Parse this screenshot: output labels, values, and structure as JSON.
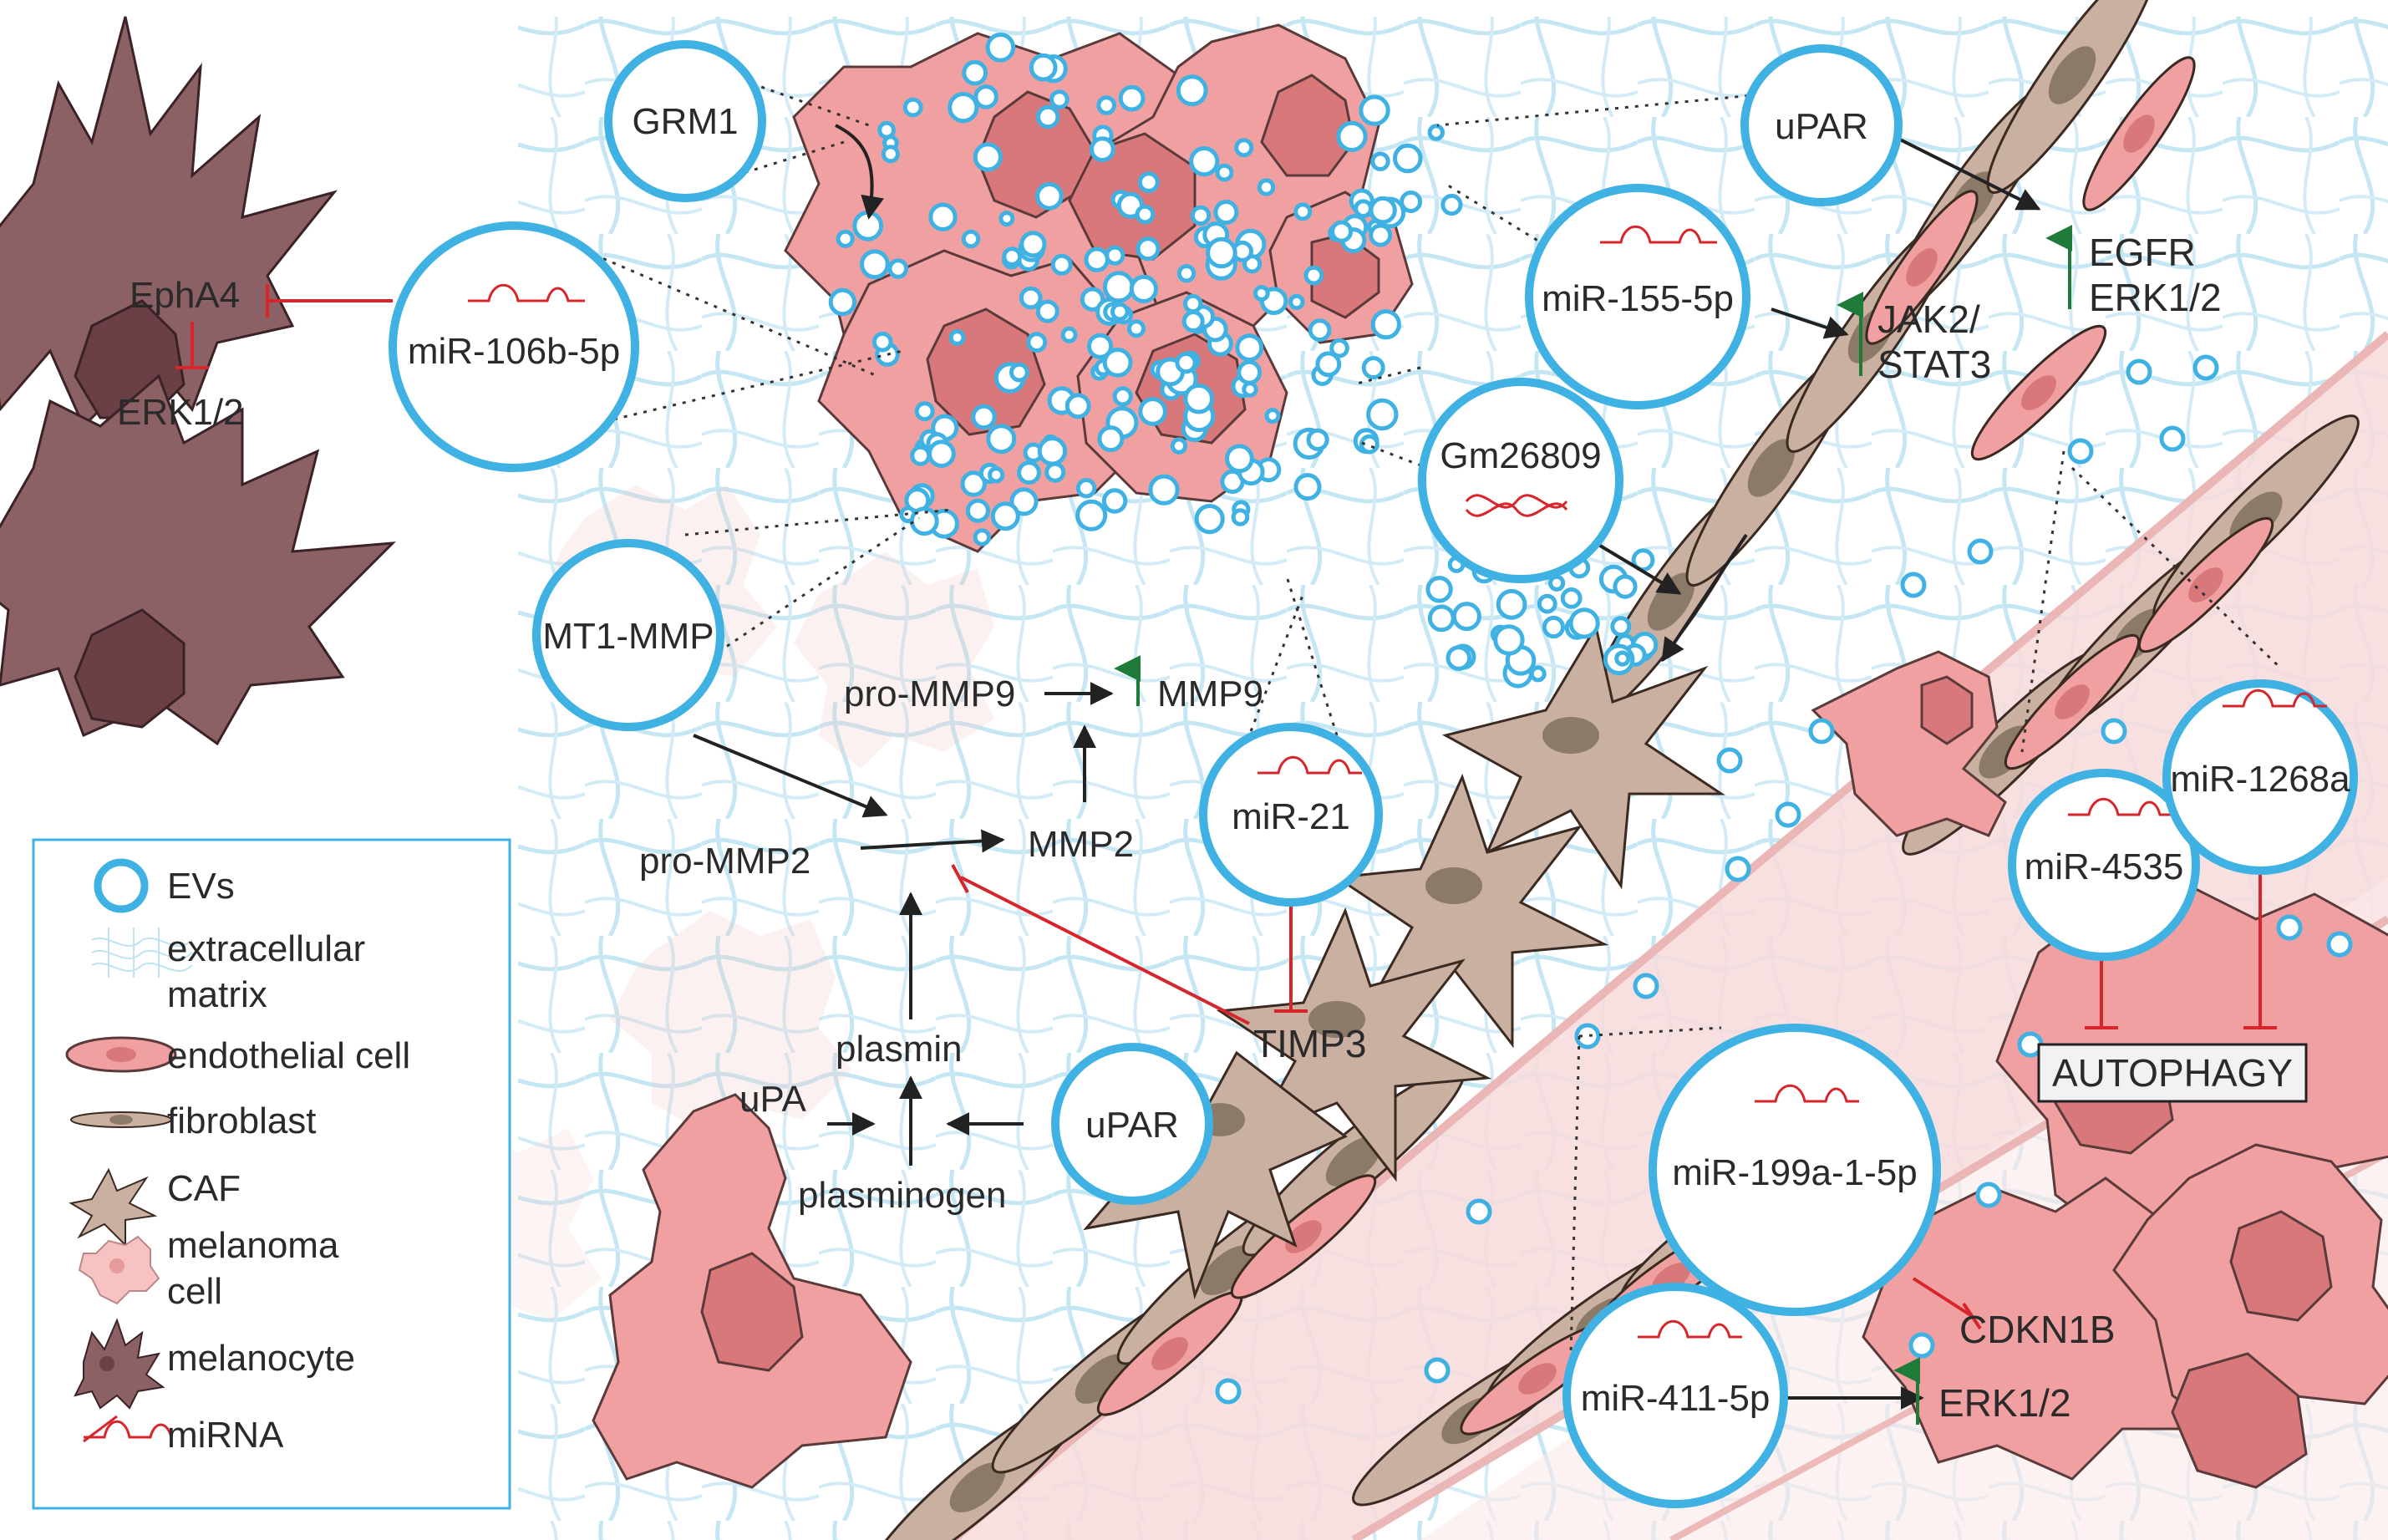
{
  "bubbles": {
    "grm1": "GRM1",
    "mir106b": "miR-106b-5p",
    "mt1mmp": "MT1-MMP",
    "upar_top": "uPAR",
    "mir155": "miR-155-5p",
    "gm26809": "Gm26809",
    "mir21": "miR-21",
    "upar_bottom": "uPAR",
    "mir4535": "miR-4535",
    "mir1268a": "miR-1268a",
    "mir199a": "miR-199a-1-5p",
    "mir411": "miR-411-5p"
  },
  "labels": {
    "epha4": "EphA4",
    "erk_melanocyte": "ERK1/2",
    "egfr": "EGFR",
    "erk_egfr": "ERK1/2",
    "jak2": "JAK2/",
    "stat3": "STAT3",
    "pro_mmp9": "pro-MMP9",
    "mmp9": "MMP9",
    "pro_mmp2": "pro-MMP2",
    "mmp2": "MMP2",
    "plasmin": "plasmin",
    "upa": "uPA",
    "plasminogen": "plasminogen",
    "timp3": "TIMP3",
    "autophagy": "AUTOPHAGY",
    "cdkn1b": "CDKN1B",
    "erk_bottom": "ERK1/2"
  },
  "legend": {
    "items": [
      {
        "icon": "ev-icon",
        "label": "EVs"
      },
      {
        "icon": "extracellular-matrix-icon",
        "label": "extracellular"
      },
      {
        "icon": "",
        "label": "matrix"
      },
      {
        "icon": "endothelial-cell-icon",
        "label": "endothelial cell"
      },
      {
        "icon": "fibroblast-icon",
        "label": "fibroblast"
      },
      {
        "icon": "caf-icon",
        "label": "CAF"
      },
      {
        "icon": "melanoma-cell-icon",
        "label": "melanoma"
      },
      {
        "icon": "",
        "label": "cell"
      },
      {
        "icon": "melanocyte-icon",
        "label": "melanocyte"
      },
      {
        "icon": "mirna-icon",
        "label": "miRNA"
      }
    ]
  },
  "colors": {
    "ev_blue": "#3fb1e3",
    "melanoma_pink": "#f0a0a0",
    "melanoma_dark": "#d9787a",
    "fibroblast_tan": "#c9b0a0",
    "fibroblast_nucleus": "#8c7a68",
    "melanocyte_brown": "#8c6166",
    "inhibit_red": "#d7262b",
    "upregulate_green": "#1e7b3a",
    "arrow_black": "#222222",
    "vessel_pink": "#f7d9d9",
    "ecm_blue": "#bfe3f2"
  }
}
